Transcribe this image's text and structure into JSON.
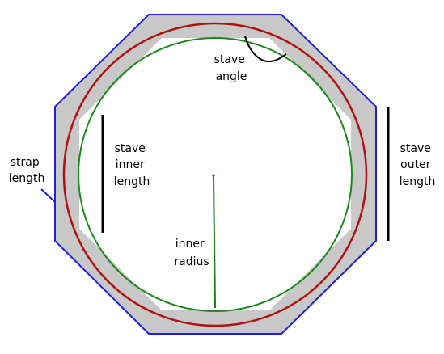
{
  "labels": {
    "stave_angle": [
      "stave",
      "angle"
    ],
    "stave_inner_length": [
      "stave",
      "inner",
      "length"
    ],
    "stave_outer_length": [
      "stave",
      "outer",
      "length"
    ],
    "strap_length": [
      "strap",
      "length"
    ],
    "inner_radius": [
      "inner",
      "radius"
    ]
  },
  "colors": {
    "strap": "#1f1fd6",
    "stave_fill": "#c8c8c8",
    "outer_circle": "#b01010",
    "inner_circle": "#1a8a1a",
    "radius_line": "#1a7a1a",
    "length_bar": "#000000"
  }
}
